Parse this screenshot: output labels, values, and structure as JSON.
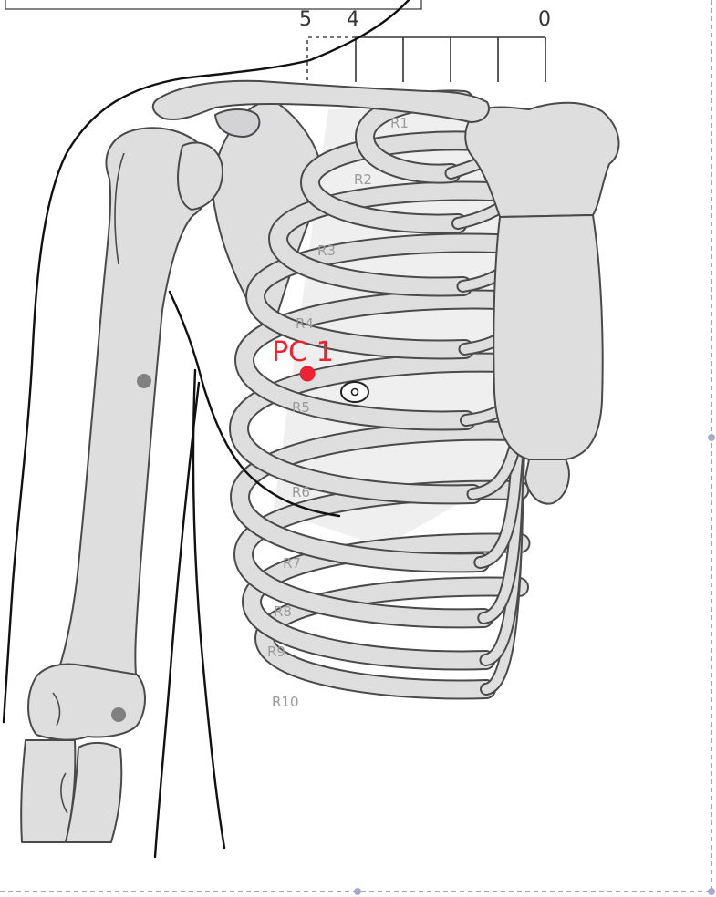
{
  "scale": {
    "labels": [
      "5",
      "4",
      "0"
    ]
  },
  "ribs": [
    "R1",
    "R2",
    "R3",
    "R4",
    "R5",
    "R6",
    "R7",
    "R8",
    "R9",
    "R10"
  ],
  "acupoint": {
    "label": "PC 1",
    "color": "#ee2233"
  },
  "colors": {
    "bone_fill": "#dededf",
    "bone_outline": "#4a4a4a",
    "body_outline": "#111111",
    "landmark_dot": "#808080",
    "selection_border": "#8a8a8a",
    "selection_handle": "#a9a9cc"
  }
}
